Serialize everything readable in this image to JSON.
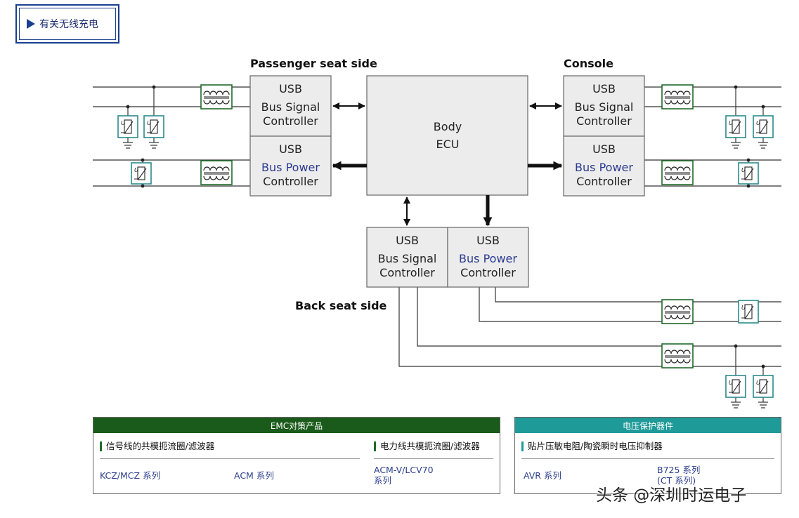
{
  "header_button": {
    "label": "有关无线充电"
  },
  "sections": {
    "passenger": "Passenger seat side",
    "console": "Console",
    "back": "Back seat side"
  },
  "ecu": {
    "line1": "Body",
    "line2": "ECU"
  },
  "controllers": {
    "usb": "USB",
    "signal_line1": "Bus Signal",
    "signal_line2": "Controller",
    "power_line1": "Bus Power",
    "power_line2": "Controller"
  },
  "symbols": {
    "varistor_label": "U"
  },
  "emc_panel": {
    "title": "EMC对策产品",
    "left_heading": "信号线的共模扼流圈/滤波器",
    "right_heading": "电力线共模扼流圈/滤波器",
    "products": [
      "KCZ/MCZ  系列",
      "ACM 系列",
      "ACM-V/LCV70",
      "系列"
    ]
  },
  "voltage_panel": {
    "title": "电压保护器件",
    "heading": "贴片压敏电阻/陶瓷瞬时电压抑制器",
    "products": [
      "AVR 系列",
      "B725 系列",
      "(CT 系列)"
    ]
  },
  "watermark": "头条 @深圳时运电子",
  "colors": {
    "accent_blue": "#1a3f8f",
    "choke_green": "#1f6a2a",
    "varistor_teal": "#2a8a8a",
    "emc_header": "#1a5a1a",
    "voltage_header": "#1e9a98",
    "power_text": "#2b3a8f"
  }
}
